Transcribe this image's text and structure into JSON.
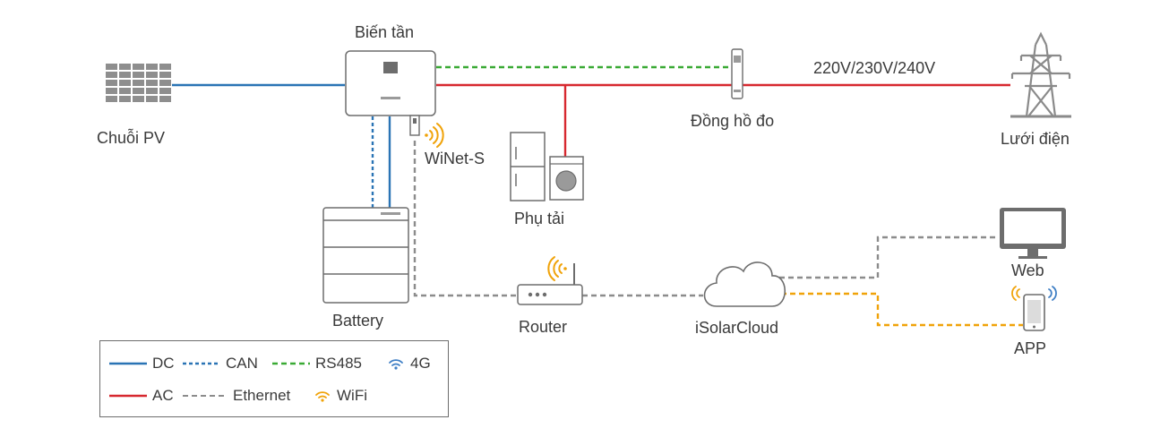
{
  "labels": {
    "inverter": "Biến tần",
    "pv_string": "Chuỗi PV",
    "grid_voltage": "220V/230V/240V",
    "meter": "Đồng hồ đo",
    "grid": "Lưới điện",
    "winet": "WiNet-S",
    "load": "Phụ tải",
    "battery": "Battery",
    "router": "Router",
    "cloud": "iSolarCloud",
    "web": "Web",
    "app": "APP"
  },
  "legend": {
    "dc": "DC",
    "can": "CAN",
    "rs485": "RS485",
    "g4": "4G",
    "ac": "AC",
    "ethernet": "Ethernet",
    "wifi": "WiFi"
  },
  "colors": {
    "dc": "#2a74b5",
    "can": "#2a74b5",
    "rs485": "#3aaa35",
    "ac": "#d7282f",
    "ethernet": "#8c8c8c",
    "wifi": "#f0a30a",
    "signal_4g": "#3f7fc5",
    "device_stroke": "#6d6d6d",
    "device_fill": "#a3a3a3"
  },
  "icons": [
    "solar-panel-icon",
    "inverter-icon",
    "winet-dongle-icon",
    "meter-icon",
    "transmission-tower-icon",
    "cabinet-icon",
    "washing-machine-icon",
    "battery-icon",
    "router-icon",
    "cloud-icon",
    "monitor-icon",
    "smartphone-icon",
    "wifi-icon",
    "4g-icon"
  ]
}
